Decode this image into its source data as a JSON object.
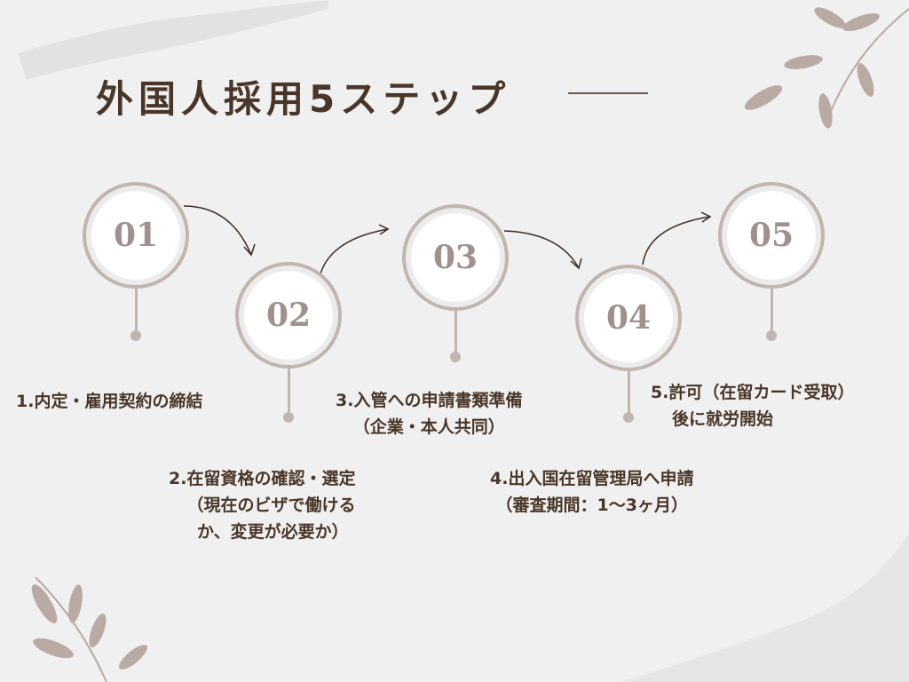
{
  "title": "外国人採用5ステップ",
  "steps": [
    {
      "number": "01",
      "label_lines": [
        "1.内定・雇用契約の締結"
      ]
    },
    {
      "number": "02",
      "label_lines": [
        "2.在留資格の確認・選定",
        "（現在のビザで働ける",
        "か、変更が必要か）"
      ]
    },
    {
      "number": "03",
      "label_lines": [
        "3.入管への申請書類準備",
        "（企業・本人共同）"
      ]
    },
    {
      "number": "04",
      "label_lines": [
        "4.出入国在留管理局へ申請",
        "（審査期間：1〜3ヶ月）"
      ]
    },
    {
      "number": "05",
      "label_lines": [
        "5.許可（在留カード受取）",
        "後に就労開始"
      ]
    }
  ],
  "colors": {
    "text": "#4a3628",
    "ring": "#c2b4ae",
    "number": "#a1918c",
    "background": "#f0f0f0"
  }
}
